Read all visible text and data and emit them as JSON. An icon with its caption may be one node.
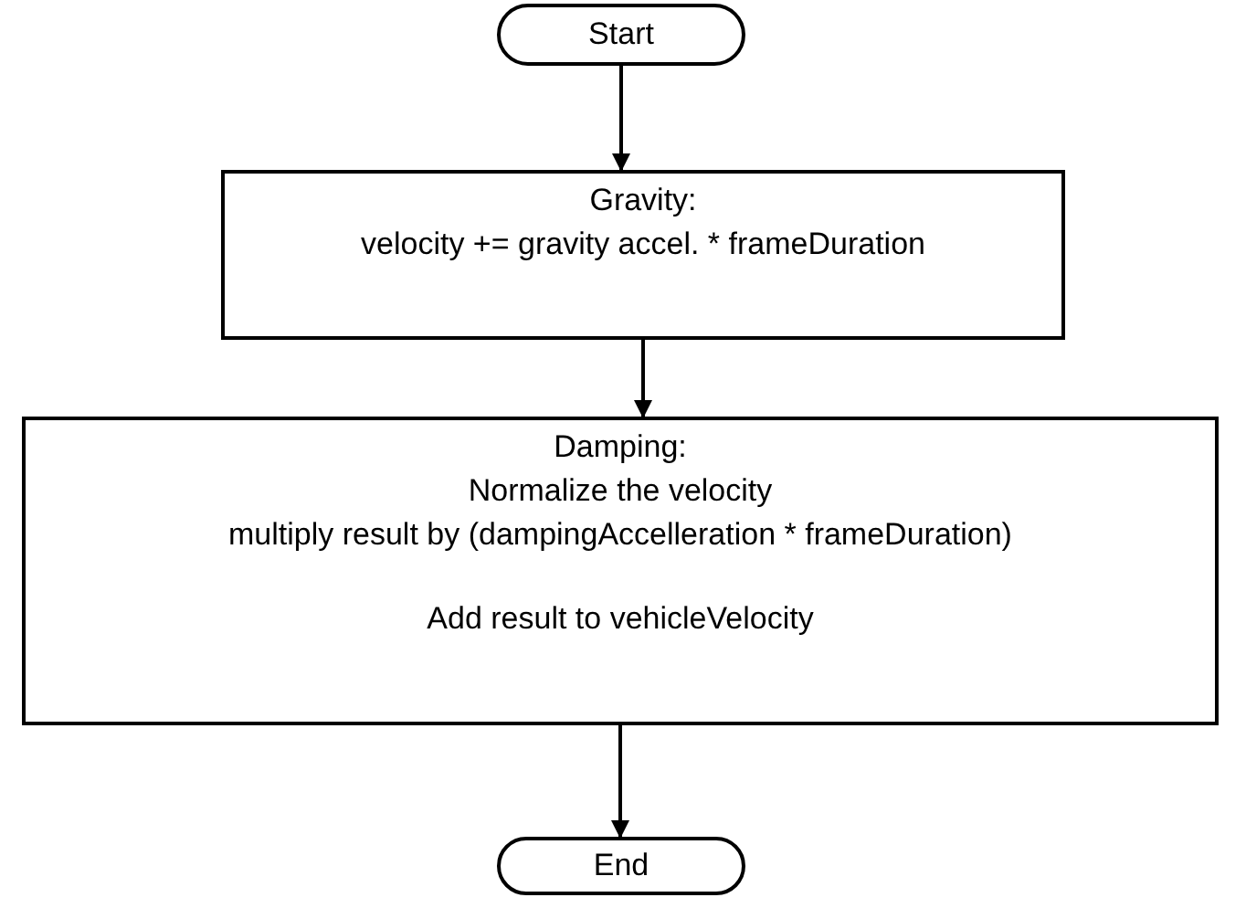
{
  "diagram": {
    "nodes": [
      {
        "text": [
          "Start"
        ]
      },
      {
        "text": [
          "Gravity:",
          "velocity += gravity accel. * frameDuration"
        ]
      },
      {
        "text": [
          "Damping:",
          "Normalize the velocity",
          "multiply result by (dampingAccelleration * frameDuration)",
          "Add result to vehicleVelocity"
        ]
      },
      {
        "text": [
          "End"
        ]
      }
    ],
    "edges": [
      {
        "from": 0,
        "to": 1,
        "arrow": "to"
      },
      {
        "from": 1,
        "to": 2,
        "arrow": "to"
      },
      {
        "from": 2,
        "to": 3,
        "arrow": "to"
      }
    ]
  }
}
